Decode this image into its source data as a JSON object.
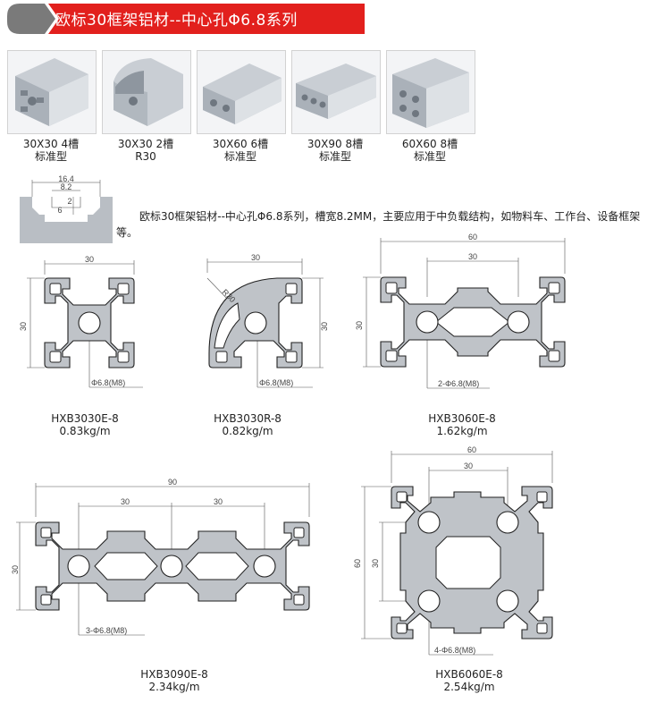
{
  "header": {
    "title": "欧标30框架铝材--中心孔Φ6.8系列",
    "accent_color": "#e2201d"
  },
  "products": [
    {
      "size": "30X30 4槽",
      "type": "标准型"
    },
    {
      "size": "30X30 2槽",
      "type": "R30"
    },
    {
      "size": "30X60 6槽",
      "type": "标准型"
    },
    {
      "size": "30X90 8槽",
      "type": "标准型"
    },
    {
      "size": "60X60 8槽",
      "type": "标准型"
    }
  ],
  "slot_detail": {
    "outer_width": "16.4",
    "slot_width": "8.2",
    "depth_a": "2",
    "depth_b": "6"
  },
  "description": "欧标30框架铝材--中心孔Φ6.8系列，槽宽8.2MM，主要应用于中负载结构，如物料车、工作台、设备框架等。",
  "profiles": [
    {
      "model": "HXB3030E-8",
      "weight": "0.83kg/m",
      "width_dim": "30",
      "height_dim": "30",
      "hole": "Φ6.8(M8)"
    },
    {
      "model": "HXB3030R-8",
      "weight": "0.82kg/m",
      "width_dim": "30",
      "height_dim": "30",
      "radius": "R30",
      "hole": "Φ6.8(M8)"
    },
    {
      "model": "HXB3060E-8",
      "weight": "1.62kg/m",
      "width_dim": "60",
      "pitch_dim": "30",
      "height_dim": "30",
      "hole": "2-Φ6.8(M8)"
    },
    {
      "model": "HXB3090E-8",
      "weight": "2.34kg/m",
      "width_dim": "90",
      "pitch_dim": "30",
      "pitch_dim_2": "30",
      "height_dim": "30",
      "hole": "3-Φ6.8(M8)"
    },
    {
      "model": "HXB6060E-8",
      "weight": "2.54kg/m",
      "width_dim": "60",
      "pitch_dim": "30",
      "height_dim": "60",
      "height_pitch_dim": "30",
      "hole": "4-Φ6.8(M8)"
    }
  ]
}
